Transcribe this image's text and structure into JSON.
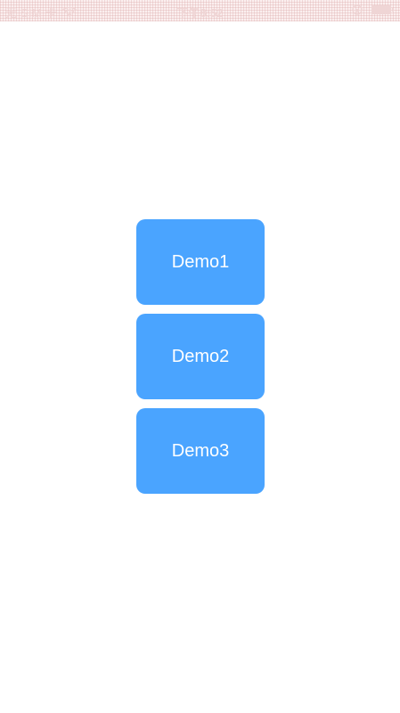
{
  "status_bar": {
    "carrier": "无 SIM 卡",
    "time": "下午8:52",
    "wifi_icon": "wifi-icon",
    "rotation_lock_icon": "rotation-lock-icon",
    "battery_icon": "battery-icon"
  },
  "demo_buttons": [
    {
      "label": "Demo1"
    },
    {
      "label": "Demo2"
    },
    {
      "label": "Demo3"
    }
  ],
  "colors": {
    "button_bg": "#4aa4ff",
    "button_text": "#ffffff",
    "background": "#ffffff"
  }
}
